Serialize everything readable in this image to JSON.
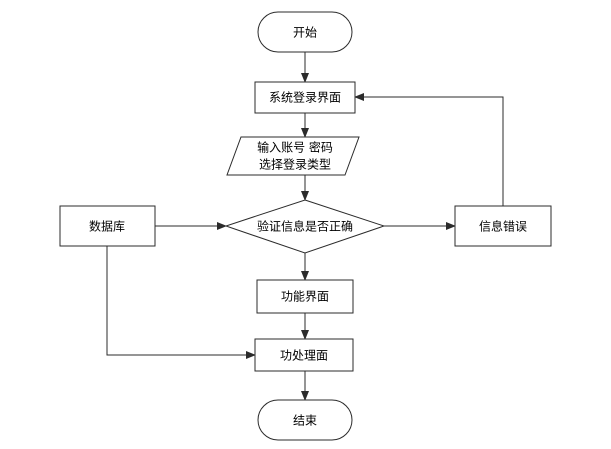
{
  "diagram": {
    "nodes": {
      "start": {
        "label": "开始",
        "shape": "terminator"
      },
      "login": {
        "label": "系统登录界面",
        "shape": "process"
      },
      "input": {
        "lines": [
          "输入账号 密码",
          "选择登录类型"
        ],
        "shape": "data"
      },
      "verify": {
        "label": "验证信息是否正确",
        "shape": "decision"
      },
      "database": {
        "label": "数据库",
        "shape": "process"
      },
      "error": {
        "label": "信息错误",
        "shape": "process"
      },
      "function_ui": {
        "label": "功能界面",
        "shape": "process"
      },
      "processing_ui": {
        "label": "功处理面",
        "shape": "process"
      },
      "end": {
        "label": "结束",
        "shape": "terminator"
      }
    },
    "edges": [
      {
        "from": "start",
        "to": "login"
      },
      {
        "from": "login",
        "to": "input"
      },
      {
        "from": "input",
        "to": "verify"
      },
      {
        "from": "database",
        "to": "verify"
      },
      {
        "from": "verify",
        "to": "error"
      },
      {
        "from": "error",
        "to": "login"
      },
      {
        "from": "verify",
        "to": "function_ui"
      },
      {
        "from": "function_ui",
        "to": "processing_ui"
      },
      {
        "from": "database",
        "to": "processing_ui"
      },
      {
        "from": "processing_ui",
        "to": "end"
      }
    ],
    "colors": {
      "stroke": "#2b2b2b",
      "fill": "#ffffff",
      "text": "#000000"
    }
  }
}
